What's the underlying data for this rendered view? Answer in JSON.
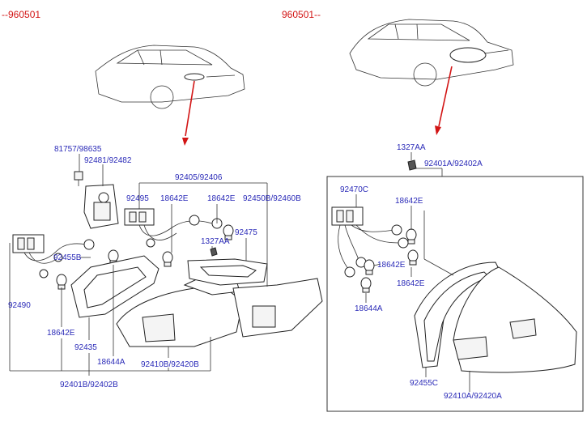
{
  "headers": {
    "left": "--960501",
    "right": "960501--"
  },
  "labels": {
    "l_81757_98635": "81757/98635",
    "l_92481_92482": "92481/92482",
    "l_92405_92406": "92405/92406",
    "l_92495": "92495",
    "l_18642E_a": "18642E",
    "l_18642E_b": "18642E",
    "l_92450B_92460B": "92450B/92460B",
    "l_92475": "92475",
    "l_1327AA_a": "1327AA",
    "l_92455B": "92455B",
    "l_92490": "92490",
    "l_18642E_c": "18642E",
    "l_92435": "92435",
    "l_18644A_a": "18644A",
    "l_92410B_92420B": "92410B/92420B",
    "l_92401B_92402B": "92401B/92402B",
    "l_1327AA_b": "1327AA",
    "l_92401A_92402A": "92401A/92402A",
    "l_92470C": "92470C",
    "l_18642E_d": "18642E",
    "l_18642E_e": "18642E",
    "l_18642E_f": "18642E",
    "l_18644A_b": "18644A",
    "l_92455C": "92455C",
    "l_92410A_92420A": "92410A/92420A"
  },
  "colors": {
    "header": "#d21414",
    "label": "#2b2bb8",
    "arrow": "#d21414"
  }
}
